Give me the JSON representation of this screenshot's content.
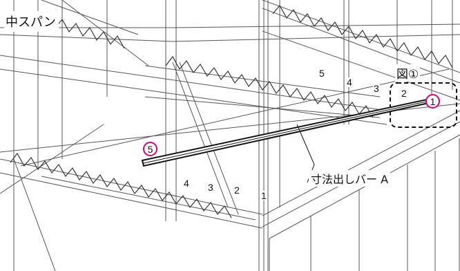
{
  "title": "中スパン",
  "figure_label": "図①",
  "bar_label": "寸法出しバー A",
  "upper_numbers": [
    "5",
    "4",
    "3",
    "2"
  ],
  "lower_numbers": [
    "4",
    "3",
    "2",
    "1"
  ],
  "circled_start": "1",
  "circled_end": "5",
  "colors": {
    "highlight": "#d6007f",
    "line": "#444444",
    "bar": "#111111"
  }
}
